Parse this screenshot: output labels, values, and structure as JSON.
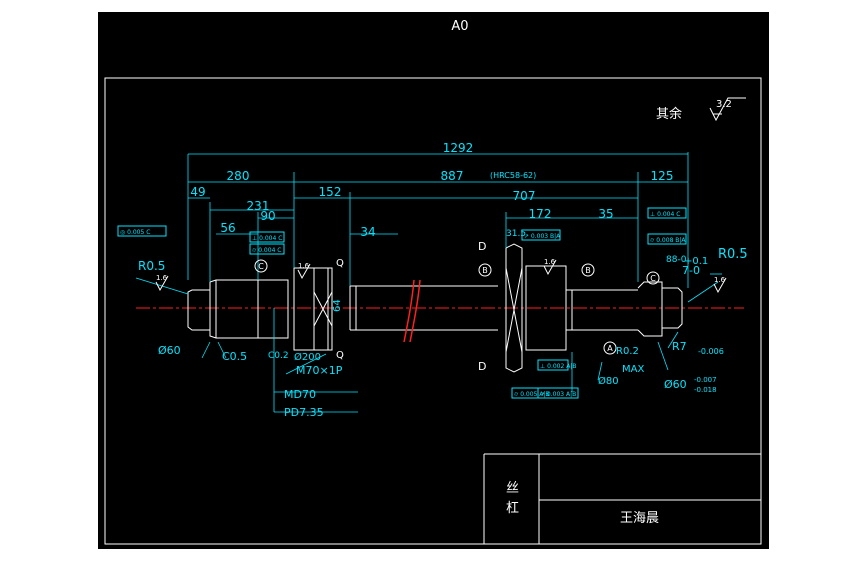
{
  "sheet": {
    "size_label": "A0",
    "roughness_note": "其余",
    "roughness_value": "3.2"
  },
  "dims": {
    "total": "1292",
    "d280": "280",
    "d887": "887",
    "hrc": "(HRC58-62)",
    "d125": "125",
    "d49": "49",
    "d231": "231",
    "d152": "152",
    "d707": "707",
    "d90": "90",
    "d56": "56",
    "d34": "34",
    "d172": "172",
    "d35": "35",
    "d31_5": "31.5",
    "r05_left": "R0.5",
    "r05_right": "R0.5",
    "phi60_left": "Ø60",
    "c05": "C0.5",
    "c02": "C0.2",
    "phi200": "Ø200",
    "m70": "M70×1P",
    "md70": "MD70",
    "pd735": "PD7.35",
    "phi80": "Ø80",
    "r02": "R0.2",
    "max": "MAX",
    "phi60_right": "Ø60",
    "r7": "R7",
    "seven0": "7-0",
    "eighty8": "88-0",
    "plus01": "+0.1",
    "d64": "64",
    "tol_006": "-0.006",
    "tol_0007": "-0.007",
    "tol_0018": "-0.018",
    "label_d_top": "D",
    "label_d_bottom": "D",
    "q_top": "Q",
    "q_bottom": "Q",
    "c_left": "C",
    "c_right": "C",
    "b_mark": "B",
    "a_mark": "A",
    "b_right": "B",
    "roughness_16": "1.6"
  },
  "frames": {
    "f1": "◎ 0.005 C",
    "f2": "⊥ 0.004 C",
    "f3": "⌭ 0.004 C",
    "f4": "⊥ 0.004 C",
    "f5": "⌭ 0.008 B|A",
    "f6": "↗ 0.003 B|A",
    "f7": "⊥ 0.002 A|B",
    "f8": "⌭ 0.005 A|B",
    "f9": "↗ 0.003 A|B"
  },
  "title_block": {
    "part_name_line1": "丝",
    "part_name_line2": "杠",
    "designer": "王海晨"
  },
  "colors": {
    "background": "#000000",
    "frame": "#ffffff",
    "dimension": "#00e5ff",
    "part": "#ffffff",
    "centerline": "#ff2020"
  }
}
